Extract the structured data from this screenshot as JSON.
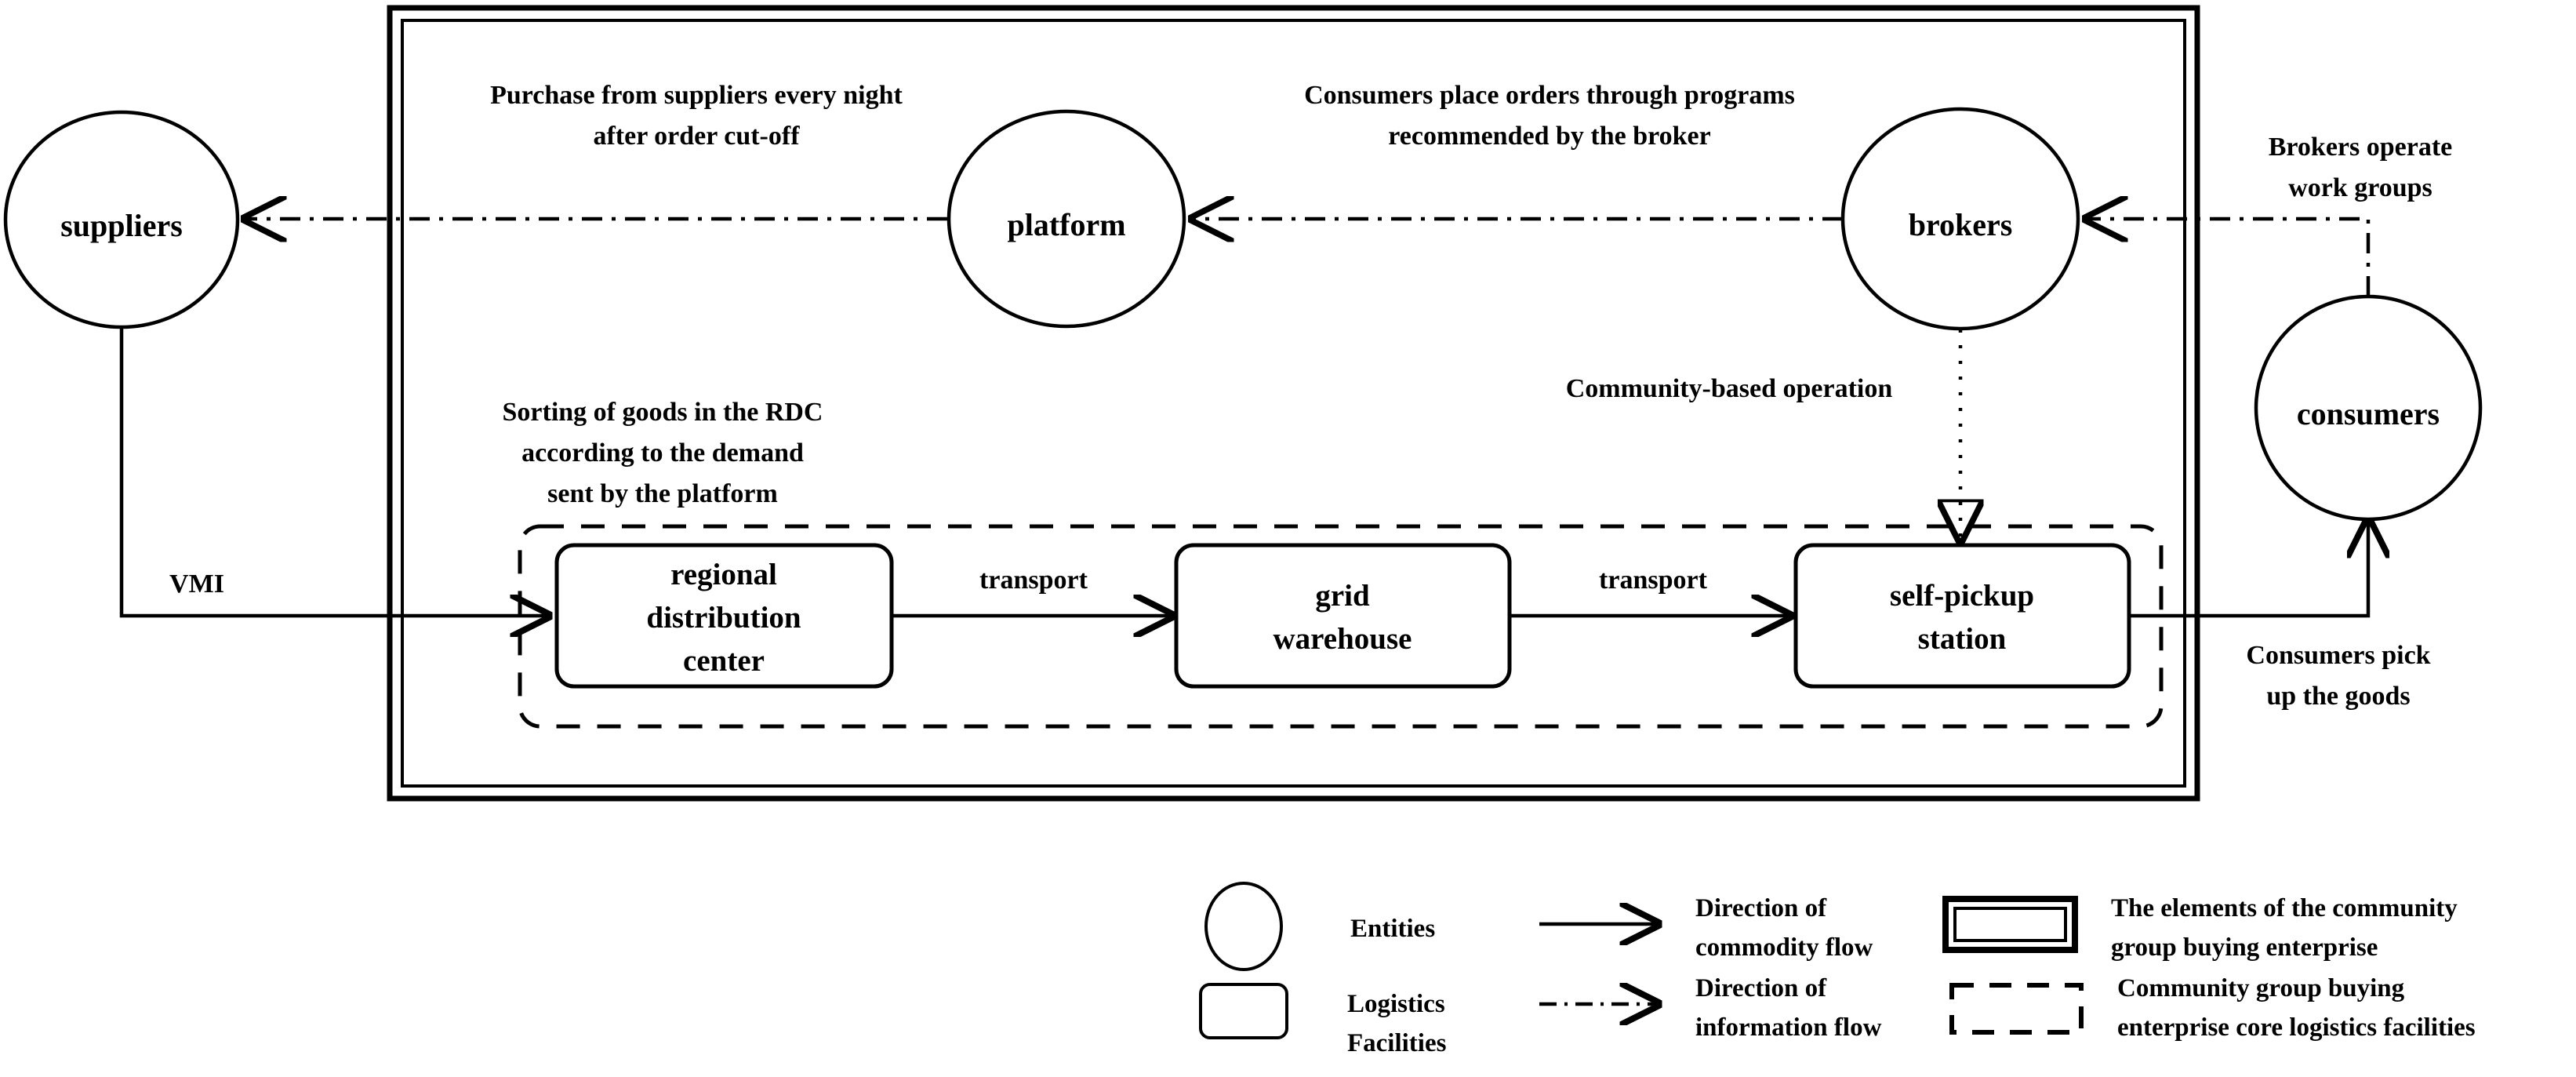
{
  "diagram": {
    "title_visible": false,
    "entities": [
      {
        "id": "suppliers",
        "label": "suppliers"
      },
      {
        "id": "platform",
        "label": "platform"
      },
      {
        "id": "brokers",
        "label": "brokers"
      },
      {
        "id": "consumers",
        "label": "consumers"
      }
    ],
    "facilities": [
      {
        "id": "rdc",
        "label_line1": "regional",
        "label_line2": "distribution",
        "label_line3": "center"
      },
      {
        "id": "grid-warehouse",
        "label_line1": "grid",
        "label_line2": "warehouse"
      },
      {
        "id": "self-pickup",
        "label_line1": "self-pickup",
        "label_line2": "station"
      }
    ],
    "annotations": {
      "purchase_l1": "Purchase from suppliers every night",
      "purchase_l2": "after order cut-off",
      "orders_l1": "Consumers place orders through programs",
      "orders_l2": "recommended by the broker",
      "brokers_ops_l1": "Brokers operate",
      "brokers_ops_l2": "work groups",
      "sorting_l1": "Sorting of goods in the RDC",
      "sorting_l2": "according to the demand",
      "sorting_l3": "sent by the platform",
      "community_op": "Community-based operation",
      "pickup_l1": "Consumers pick",
      "pickup_l2": "up the goods"
    },
    "edge_labels": {
      "vmi": "VMI",
      "transport_1": "transport",
      "transport_2": "transport"
    }
  },
  "legend": {
    "items": [
      {
        "id": "entities",
        "shape": "ellipse",
        "label_line1": "Entities",
        "label_line2": ""
      },
      {
        "id": "logistics-facilities",
        "shape": "rounded-rect",
        "label_line1": "Logistics",
        "label_line2": "Facilities"
      },
      {
        "id": "commodity-flow",
        "shape": "solid-arrow",
        "label_line1": "Direction of",
        "label_line2": "commodity flow"
      },
      {
        "id": "information-flow",
        "shape": "dashdot-arrow",
        "label_line1": "Direction of",
        "label_line2": "information flow"
      },
      {
        "id": "enterprise-elements",
        "shape": "double-rect",
        "label_line1": "The elements of the community",
        "label_line2": "group buying enterprise"
      },
      {
        "id": "core-logistics",
        "shape": "dashed-rect",
        "label_line1": "Community group buying",
        "label_line2": "enterprise core logistics facilities"
      }
    ]
  },
  "colors": {
    "stroke": "#000000",
    "background": "#ffffff"
  }
}
